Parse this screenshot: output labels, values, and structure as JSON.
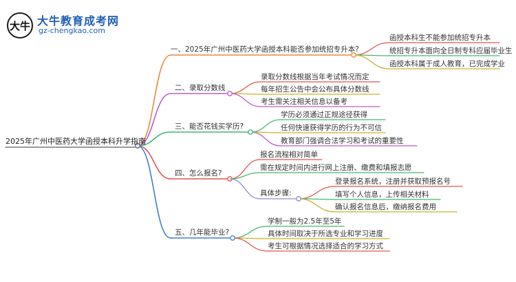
{
  "logo": {
    "mark": "大牛",
    "title": "大牛教育成考网",
    "subtitle": "gz-chengkao.com"
  },
  "root": "2025年广州中医药大学函授本科升学指南",
  "colors": {
    "b1": "#e8893a",
    "b2": "#c05cc4",
    "b3": "#3cb87a",
    "b4": "#e2554d",
    "b5": "#3c7fd4",
    "b4_sub": "#8a8fc4",
    "leaf_a": "#e2554d",
    "leaf_b": "#46b86a",
    "leaf_c": "#c8b22e",
    "leaf_d": "#c05cc4",
    "leaf_e": "#3c7fd4"
  },
  "branches": [
    {
      "label": "一、2025年广州中医药大学函授本科能否参加统招专升本?",
      "children": [
        "函授本科生不能参加统招专升本",
        "统招专升本面向全日制专科应届毕业生",
        "函授本科属于成人教育，已完成学业"
      ]
    },
    {
      "label": "二、录取分数线",
      "children": [
        "录取分数线根据当年考试情况而定",
        "每年招生公告中会公布具体分数线",
        "考生需关注相关信息以备考"
      ]
    },
    {
      "label": "三、能否花钱买学历?",
      "children": [
        "学历必须通过正规途径获得",
        "任何快速获得学历的行为不可信",
        "教育部门强调合法学习和考试的重要性"
      ]
    },
    {
      "label": "四、怎么报名?",
      "children": [
        "报名流程相对简单",
        "需在规定时间内进行网上注册、缴费和填报志愿"
      ],
      "sub": {
        "label": "具体步骤:",
        "children": [
          "登录报名系统，注册并获取预报名号",
          "填写个人信息，上传相关材料",
          "确认报名信息后，缴纳报名费用"
        ]
      }
    },
    {
      "label": "五、几年能毕业?",
      "children": [
        "学制一般为2.5年至5年",
        "具体时间取决于所选专业和学习进度",
        "考生可根据情况选择适合的学习方式"
      ]
    }
  ]
}
